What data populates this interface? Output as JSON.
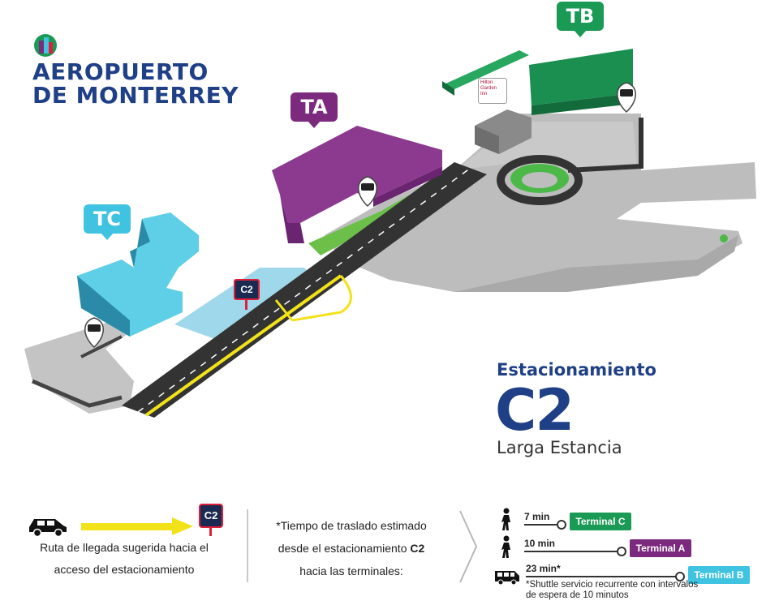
{
  "logo": {
    "line1": "AEROPUERTO",
    "line2": "DE MONTERREY"
  },
  "terminals": {
    "ta": {
      "label": "TA",
      "color": "#7b2a7d"
    },
    "tb": {
      "label": "TB",
      "color": "#1a9a55"
    },
    "tc": {
      "label": "TC",
      "color": "#3fc3e0"
    }
  },
  "map": {
    "parking_sign": "C2",
    "hotel_sign": "Hilton Garden Inn"
  },
  "title": {
    "subtitle": "Estacionamiento",
    "main": "C2",
    "caption": "Larga Estancia"
  },
  "legend": {
    "route_line1": "Ruta  de llegada sugerida hacia el",
    "route_line2": "acceso del estacionamiento",
    "sign_label": "C2",
    "route_color": "#f2e21a",
    "time_line1": "*Tiempo de traslado estimado",
    "time_line2_prefix": "desde el estacionamiento ",
    "time_line2_bold": "C2",
    "time_line3": "hacia las terminales:"
  },
  "transfers": [
    {
      "mode": "walk-icon",
      "time": "7 min",
      "terminal": "Terminal C",
      "color": "#1a9a55"
    },
    {
      "mode": "walk-icon",
      "time": "10 min",
      "terminal": "Terminal A",
      "color": "#7b2a7d"
    },
    {
      "mode": "shuttle-icon",
      "time": "23 min*",
      "terminal": "Terminal B",
      "color": "#3fc3e0"
    }
  ],
  "shuttle_note": "*Shuttle servicio recurrente con intervalos de espera de 10 minutos"
}
